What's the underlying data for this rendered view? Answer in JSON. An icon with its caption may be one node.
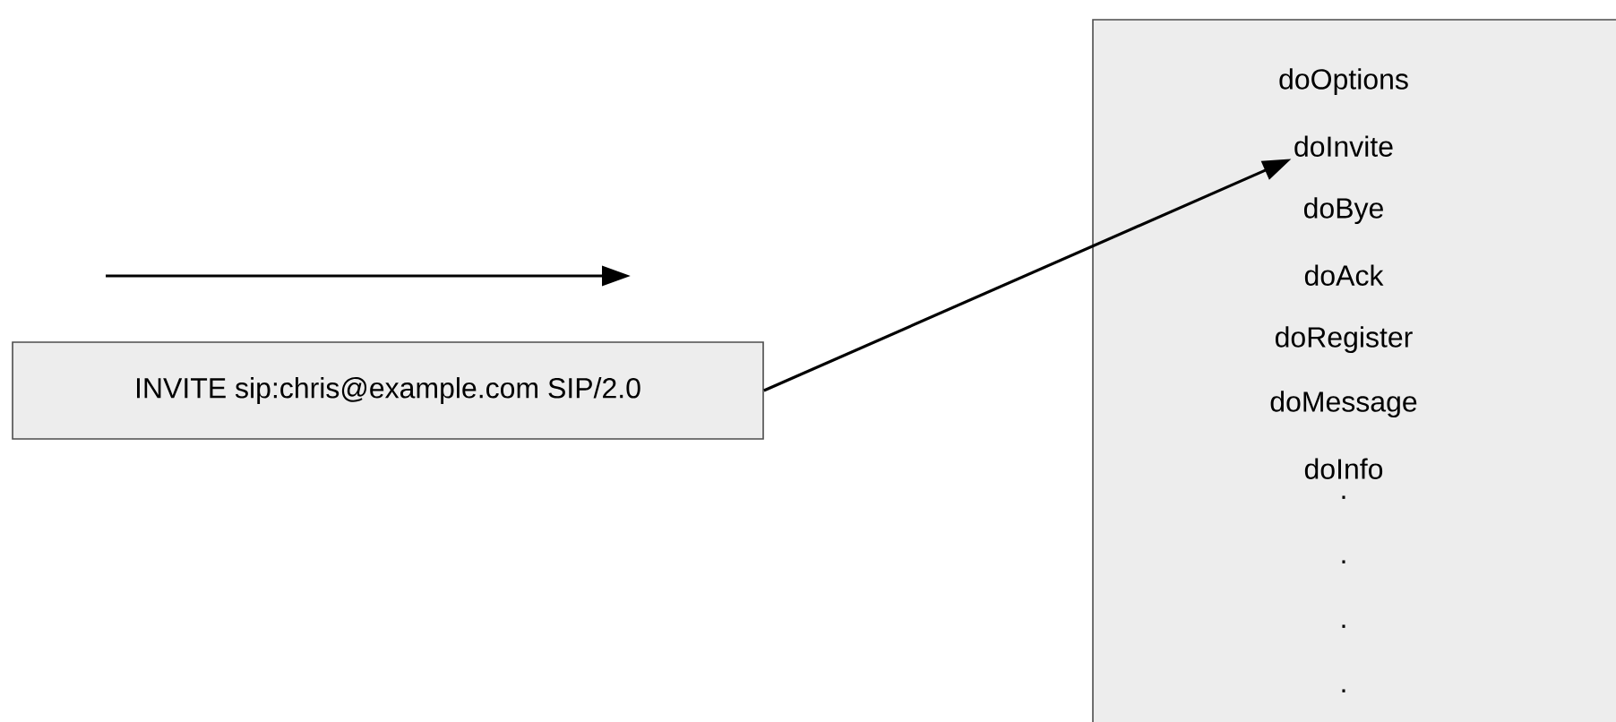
{
  "diagram": {
    "nodes": [
      {
        "text": [
          "INVITE sip:chris@example.com SIP/2.0"
        ]
      },
      {
        "text": [],
        "shape": "box"
      },
      {
        "text": [
          "doOptions"
        ],
        "in": 1
      },
      {
        "text": [
          "doInvite"
        ],
        "in": 1
      },
      {
        "text": [
          "doBye"
        ],
        "in": 1
      },
      {
        "text": [
          "doAck"
        ],
        "in": 1
      },
      {
        "text": [
          "doRegister"
        ],
        "in": 1
      },
      {
        "text": [
          "doMessage"
        ],
        "in": 1
      },
      {
        "text": [
          "doInfo"
        ],
        "in": 1
      }
    ],
    "edges": [
      {
        "from": 0,
        "to": 3,
        "arrow": "to"
      }
    ],
    "labels": [
      ".",
      ".",
      ".",
      "."
    ]
  }
}
